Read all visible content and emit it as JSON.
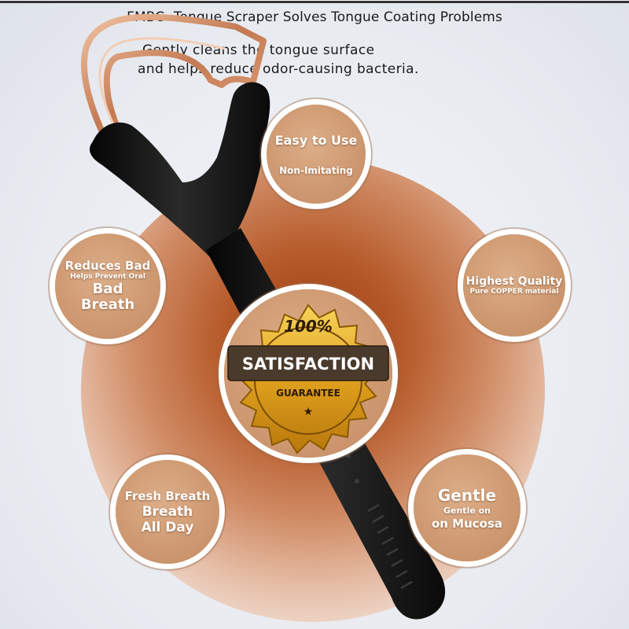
{
  "headline": "FMBC- Tongue Scraper Solves Tongue Coating Problems",
  "subtitle": {
    "line1": "Gently cleans the tongue surface",
    "line2": "and helps reduce odor-causing bacteria."
  },
  "features": {
    "easy": {
      "title": "Easy to Use",
      "sub": "Non-Imitating"
    },
    "bad_breath": {
      "title": "Reduces Bad",
      "sub": "Helps Prevent Oral",
      "big1": "Bad",
      "big2": "Breath"
    },
    "quality": {
      "title": "Highest Quality",
      "sub": "Pure COPPER material"
    },
    "fresh": {
      "line1": "Fresh Breath",
      "line2": "Breath",
      "line3": "All Day"
    },
    "gentle": {
      "title": "Gentle",
      "sub1": "Gentle on",
      "sub2": "on Mucosa"
    }
  },
  "badge": {
    "top": "100%",
    "main": "SATISFACTION",
    "bottom": "GUARANTEE"
  },
  "colors": {
    "copper": "#b8704a",
    "handle": "#111111",
    "gold": "#e8b52a",
    "feature_circle": "#cf9a72"
  }
}
